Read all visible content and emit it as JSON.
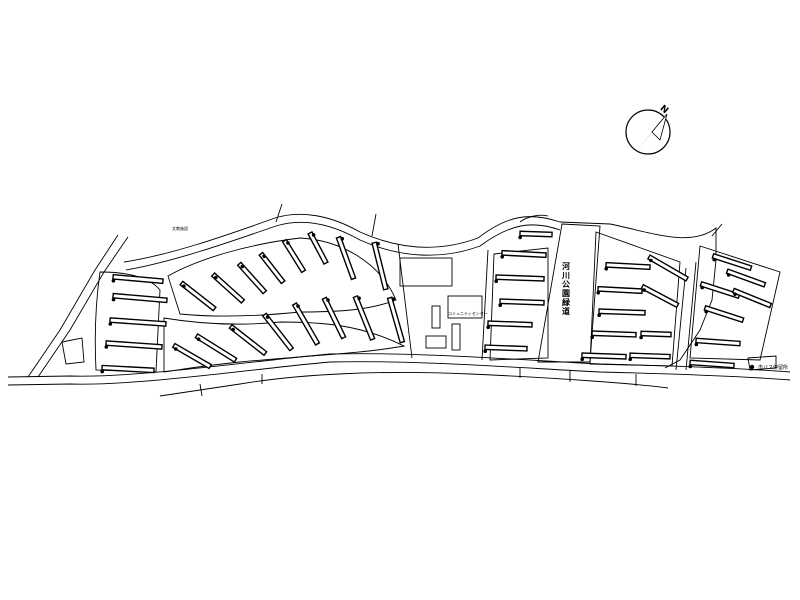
{
  "map": {
    "title": "",
    "compass": {
      "north_label": "N"
    },
    "labels": {
      "top_left_area": "文教施設",
      "central_park": "河川公園緑道",
      "community_center": "コミュニティセンター",
      "bus_stop": "市バス停留所"
    },
    "colors": {
      "line": "#000000",
      "background": "#ffffff"
    }
  }
}
